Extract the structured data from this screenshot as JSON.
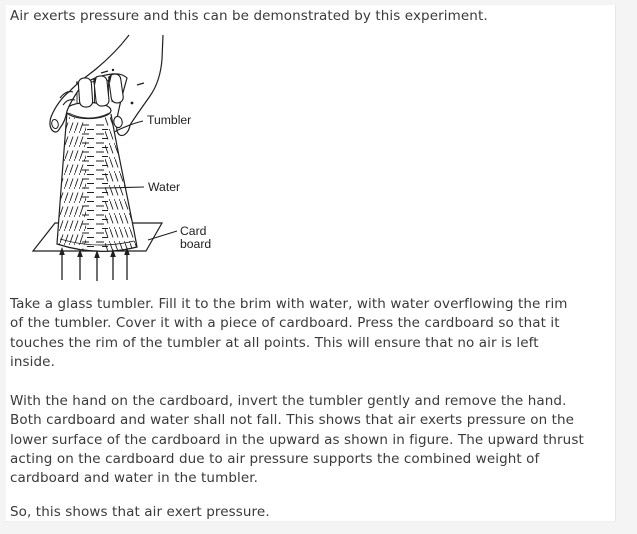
{
  "page": {
    "background_color": "#f4f4f4",
    "surface_color": "#ffffff",
    "text_color": "#3a3a3a",
    "ink_color": "#1f1f1f"
  },
  "content": {
    "intro": "Air exerts pressure and this can be demonstrated by this experiment.",
    "setup": "Take a glass tumbler. Fill it to the brim with water, with water overflowing the rim\nof the tumbler. Cover it with a piece of cardboard. Press the cardboard so that it\ntouches the rim of the tumbler at all points. This will ensure that no air is left\ninside.",
    "result": "With the hand on the cardboard, invert the tumbler gently and remove the hand.\nBoth cardboard and water shall not fall. This shows that air exerts pressure on the\nlower surface of the cardboard in the upward as shown in figure. The upward thrust\nacting on the cardboard due to air pressure supports the combined weight of\ncardboard and water in the tumbler.",
    "conclusion": "So, this shows that air exert pressure."
  },
  "figure": {
    "labels": {
      "tumbler": "Tumbler",
      "water": "Water",
      "cardboard_line1": "Card",
      "cardboard_line2": "board"
    },
    "arrow_count": 5
  }
}
